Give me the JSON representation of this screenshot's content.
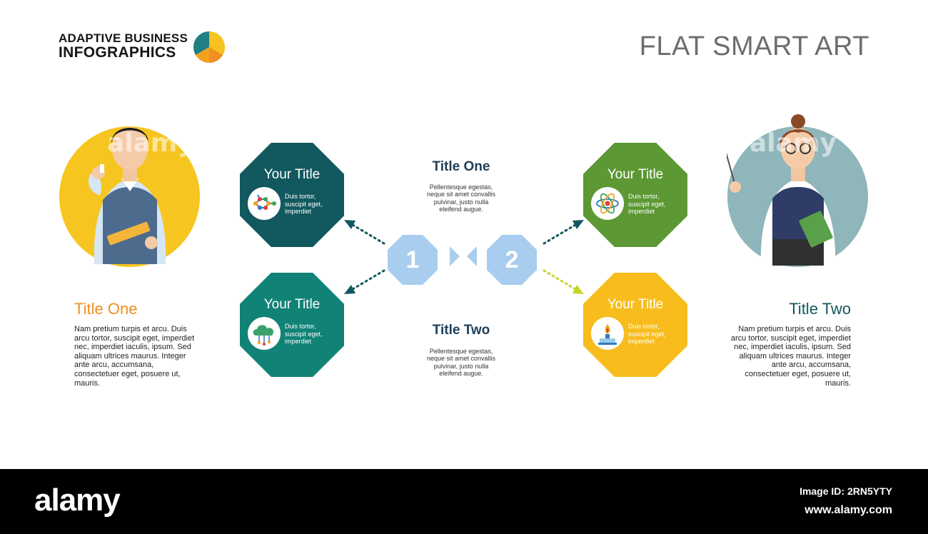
{
  "brand": {
    "line1": "ADAPTIVE BUSINESS",
    "line2": "INFOGRAPHICS"
  },
  "title": "FLAT SMART ART",
  "left": {
    "title": "Title One",
    "title_color": "#f0901f",
    "text": "Nam pretium turpis et arcu. Duis arcu tortor, suscipit eget, imperdiet nec, imperdiet iaculis, ipsum. Sed aliquam ultrices maurus. Integer ante arcu, accumsana, consectetuer eget, posuere ut, mauris."
  },
  "right": {
    "title": "Title Two",
    "title_color": "#11595e",
    "text": "Nam pretium turpis et arcu. Duis arcu tortor, suscipit eget, imperdiet nec, imperdiet iaculis, ipsum. Sed aliquam ultrices maurus. Integer ante arcu, accumsana, consectetuer eget, posuere ut, mauris."
  },
  "octagons": [
    {
      "title": "Your Title",
      "text": "Duis tortor, suscipit eget, imperdiet",
      "color": "#11595e",
      "icon": "molecule-icon"
    },
    {
      "title": "Your Title",
      "text": "Duis tortor, suscipit eget, imperdiet",
      "color": "#118276",
      "icon": "cloud-network-icon"
    },
    {
      "title": "Your Title",
      "text": "Duis tortor, suscipit eget, imperdiet",
      "color": "#5c9833",
      "icon": "atom-icon"
    },
    {
      "title": "Your Title",
      "text": "Duis tortor, suscipit eget, imperdiet",
      "color": "#f8bd1d",
      "icon": "burner-icon"
    }
  ],
  "center": {
    "one": {
      "title": "Title One",
      "text": "Pellentesque egestas, neque sit amet convallis pulvinar, justo nulla eleifend augue."
    },
    "two": {
      "title": "Title Two",
      "text": "Pellentesque egestas, neque sit amet convallis pulvinar, justo nulla eleifend augue."
    },
    "num1": "1",
    "num2": "2"
  },
  "watermark": "alamy",
  "footer": {
    "logo": "alamy",
    "image_id": "Image ID: 2RN5YTY",
    "url": "www.alamy.com"
  }
}
